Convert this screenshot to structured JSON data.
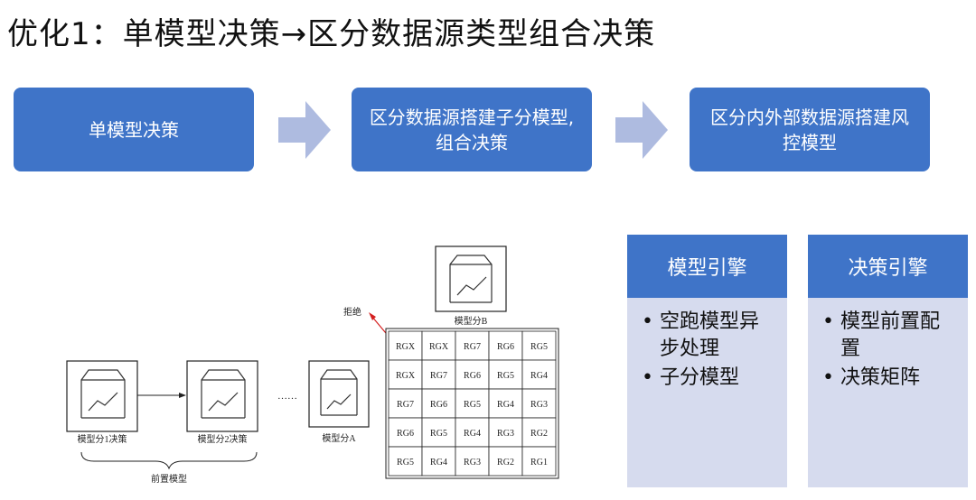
{
  "title": "优化1：单模型决策→区分数据源类型组合决策",
  "flow": {
    "box1": [
      "单模型决策"
    ],
    "box2": [
      "区分数据源搭建子分模型,",
      "组合决策"
    ],
    "box3": [
      "区分内外部数据源搭建风",
      "控模型"
    ]
  },
  "diagram": {
    "model1_label": "模型分1决策",
    "model2_label": "模型分2决策",
    "ellipsis": "……",
    "modelA_label": "模型分A",
    "modelB_label": "模型分B",
    "pre_models_label": "前置模型",
    "reject_label": "拒绝",
    "grid": [
      [
        "RGX",
        "RGX",
        "RG7",
        "RG6",
        "RG5"
      ],
      [
        "RGX",
        "RG7",
        "RG6",
        "RG5",
        "RG4"
      ],
      [
        "RG7",
        "RG6",
        "RG5",
        "RG4",
        "RG3"
      ],
      [
        "RG6",
        "RG5",
        "RG4",
        "RG3",
        "RG2"
      ],
      [
        "RG5",
        "RG4",
        "RG3",
        "RG2",
        "RG1"
      ]
    ],
    "reject_color": "#d42020"
  },
  "engines": [
    {
      "title": "模型引擎",
      "items": [
        "空跑模型异步处理",
        "子分模型"
      ]
    },
    {
      "title": "决策引擎",
      "items": [
        "模型前置配置",
        "决策矩阵"
      ]
    }
  ],
  "colors": {
    "primary": "#3f74c8",
    "arrow": "#aebbe0",
    "engine_body": "#d6dbee"
  }
}
